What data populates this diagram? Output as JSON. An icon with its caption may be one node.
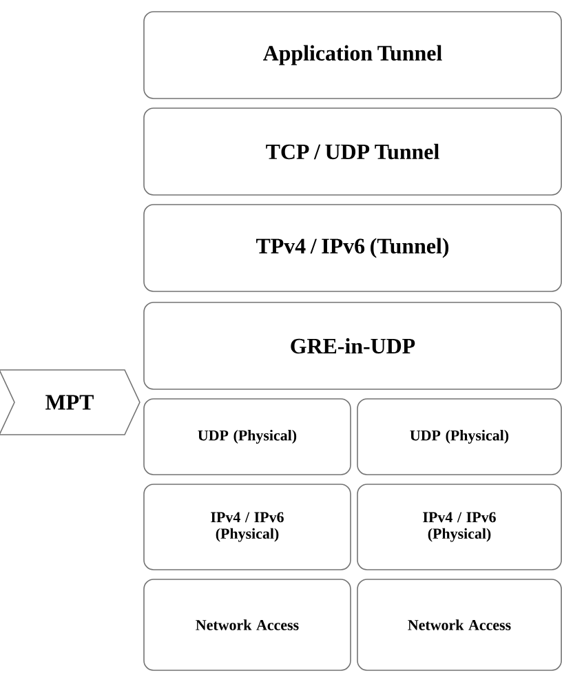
{
  "diagram": {
    "nodes": [
      {
        "text": [
          "Application Tunnel"
        ]
      },
      {
        "text": [
          "TCP / UDP Tunnel"
        ]
      },
      {
        "text": [
          "TPv4 / IPv6 (Tunnel)"
        ]
      },
      {
        "text": [
          "GRE-in-UDP"
        ]
      },
      {
        "text": [
          "MPT"
        ]
      },
      {
        "text": [
          "UDP (Physical)"
        ]
      },
      {
        "text": [
          "UDP (Physical)"
        ]
      },
      {
        "text": [
          "IPv4 / IPv6 (Physical)"
        ]
      },
      {
        "text": [
          "IPv4 / IPv6 (Physical)"
        ]
      },
      {
        "text": [
          "Network Access"
        ]
      },
      {
        "text": [
          "Network Access"
        ]
      }
    ]
  }
}
